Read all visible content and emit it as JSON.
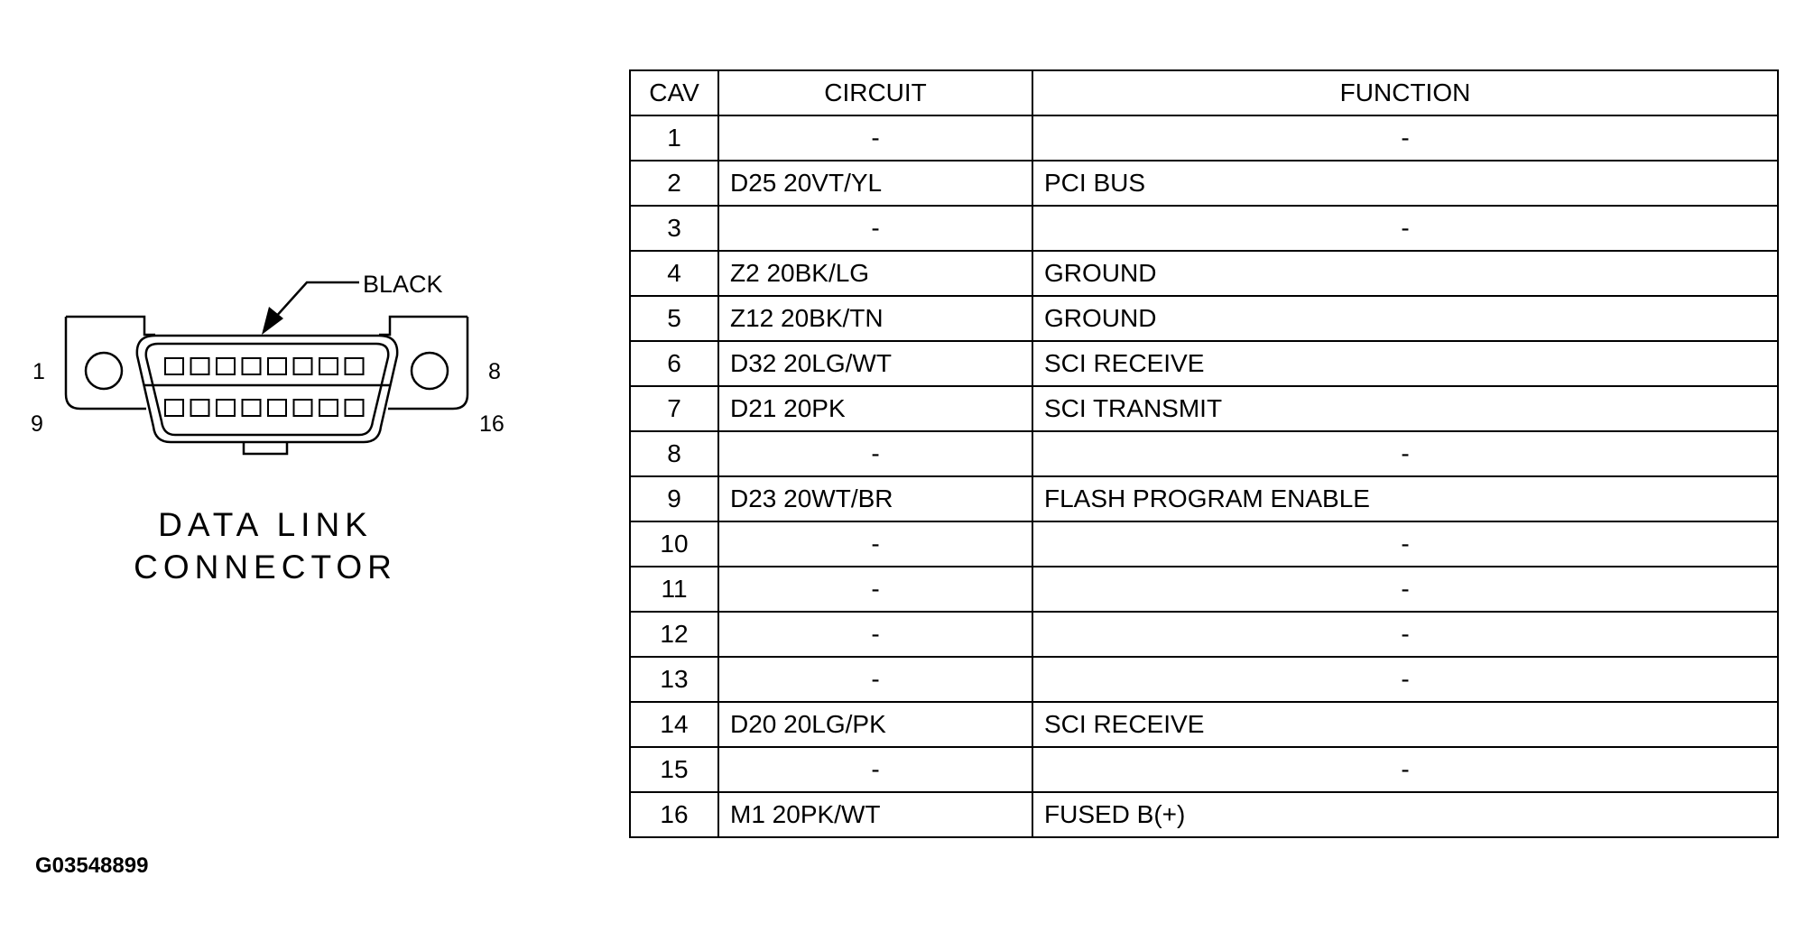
{
  "diagram": {
    "callout_label": "BLACK",
    "pin_labels": {
      "top_left": "1",
      "top_right": "8",
      "bottom_left": "9",
      "bottom_right": "16"
    },
    "caption_line1": "DATA LINK",
    "caption_line2": "CONNECTOR"
  },
  "table": {
    "headers": [
      "CAV",
      "CIRCUIT",
      "FUNCTION"
    ],
    "rows": [
      {
        "cav": "1",
        "circuit": "-",
        "function": "-"
      },
      {
        "cav": "2",
        "circuit": "D25 20VT/YL",
        "function": "PCI BUS"
      },
      {
        "cav": "3",
        "circuit": "-",
        "function": "-"
      },
      {
        "cav": "4",
        "circuit": "Z2 20BK/LG",
        "function": "GROUND"
      },
      {
        "cav": "5",
        "circuit": "Z12 20BK/TN",
        "function": "GROUND"
      },
      {
        "cav": "6",
        "circuit": "D32 20LG/WT",
        "function": "SCI RECEIVE"
      },
      {
        "cav": "7",
        "circuit": "D21 20PK",
        "function": "SCI TRANSMIT"
      },
      {
        "cav": "8",
        "circuit": "-",
        "function": "-"
      },
      {
        "cav": "9",
        "circuit": "D23 20WT/BR",
        "function": "FLASH PROGRAM ENABLE"
      },
      {
        "cav": "10",
        "circuit": "-",
        "function": "-"
      },
      {
        "cav": "11",
        "circuit": "-",
        "function": "-"
      },
      {
        "cav": "12",
        "circuit": "-",
        "function": "-"
      },
      {
        "cav": "13",
        "circuit": "-",
        "function": "-"
      },
      {
        "cav": "14",
        "circuit": "D20 20LG/PK",
        "function": "SCI RECEIVE"
      },
      {
        "cav": "15",
        "circuit": "-",
        "function": "-"
      },
      {
        "cav": "16",
        "circuit": "M1 20PK/WT",
        "function": "FUSED B(+)"
      }
    ]
  },
  "figure_id": "G03548899"
}
